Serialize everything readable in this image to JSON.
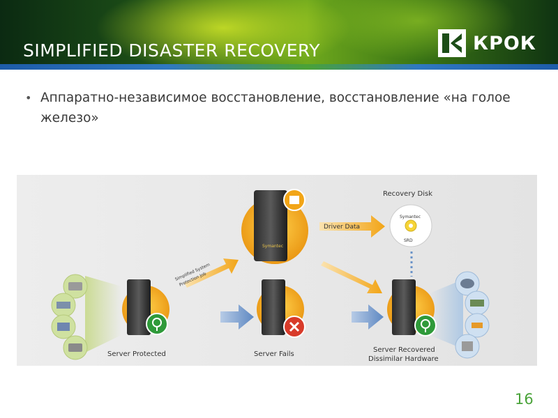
{
  "slide": {
    "title": "SIMPLIFIED DISASTER RECOVERY",
    "logo_text": "КРОК",
    "bullet": "Аппаратно-независимое восстановление, восстановление «на голое железо»",
    "page_number": "16"
  },
  "diagram": {
    "recovery_disk_label": "Recovery Disk",
    "disk_brand": "Symantec",
    "disk_sublabel": "SRD",
    "driver_data_label": "Driver Data",
    "protection_job_label_1": "Simplified System",
    "protection_job_label_2": "Protection Job",
    "server_protected": "Server Protected",
    "server_fails": "Server Fails",
    "server_recovered_1": "Server Recovered",
    "server_recovered_2": "Dissimilar Hardware",
    "symantec_badge": "Symantec"
  },
  "colors": {
    "accent_orange": "#f2a517",
    "arrow_blue": "#6a93c8",
    "ok_green": "#2f9a3a",
    "fail_red": "#d83b2a",
    "page_number_green": "#4aa33a"
  }
}
